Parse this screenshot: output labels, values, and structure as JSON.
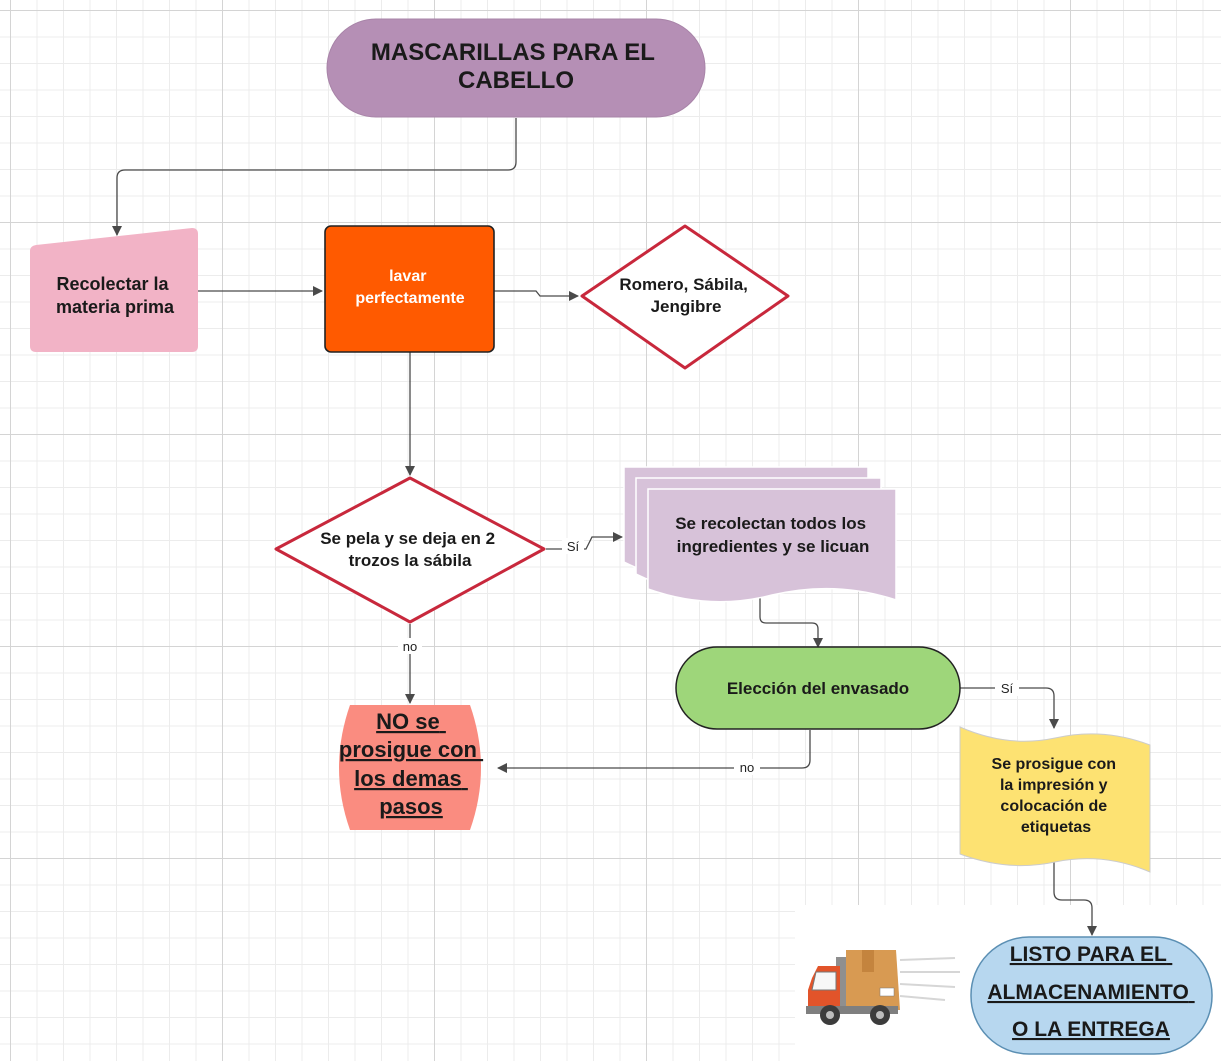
{
  "nodes": {
    "title": {
      "lines": [
        "MASCARILLAS PARA EL",
        "CABELLO"
      ],
      "color": "#b58fb5"
    },
    "collect": {
      "lines": [
        "Recolectar la",
        "materia prima"
      ],
      "color": "#f2b3c6"
    },
    "wash": {
      "lines": [
        "lavar",
        "perfectamente"
      ],
      "color": "#ff5a00"
    },
    "herbs": {
      "lines": [
        "Romero, Sábila,",
        "Jengibre"
      ],
      "color": "#ffffff",
      "border": "#c8283c"
    },
    "peel": {
      "lines": [
        "Se pela y se deja en 2",
        "trozos la sábila"
      ],
      "color": "#ffffff",
      "border": "#c8283c"
    },
    "gather": {
      "lines": [
        "Se recolectan todos los",
        "ingredientes y se licuan"
      ],
      "color": "#d7c2d9"
    },
    "package": {
      "lines": [
        "Elección del envasado"
      ],
      "color": "#9ed67a"
    },
    "stop": {
      "lines": [
        "NO se",
        "prosigue con",
        "los demas",
        "pasos"
      ],
      "color": "#fa8c80"
    },
    "labels": {
      "lines": [
        "Se prosigue con",
        "la impresión y",
        "colocación de",
        "etiquetas"
      ],
      "color": "#fde272"
    },
    "ready": {
      "lines": [
        "LISTO PARA EL",
        "ALMACENAMIENTO",
        "O LA ENTREGA"
      ],
      "color": "#b7d7ef"
    }
  },
  "edges": {
    "peel_yes": "Sí",
    "peel_no": "no",
    "package_yes": "Sí",
    "package_no": "no"
  },
  "image": {
    "icon": "delivery-truck-icon"
  }
}
